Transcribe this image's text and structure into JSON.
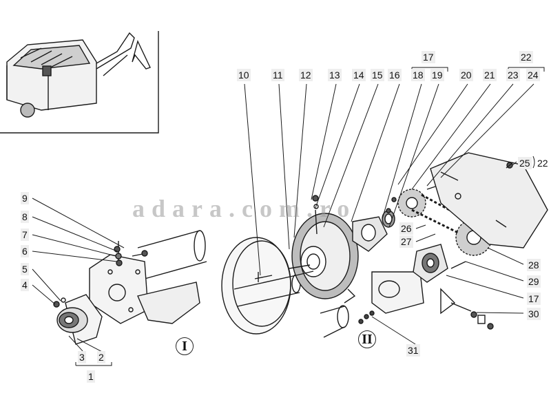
{
  "watermark": "adara.com.ro",
  "group_labels": {
    "g1": "I",
    "g2": "II"
  },
  "callouts": {
    "c1": "1",
    "c2": "2",
    "c3": "3",
    "c4": "4",
    "c5": "5",
    "c6": "6",
    "c7": "7",
    "c8": "8",
    "c9": "9",
    "c10": "10",
    "c11": "11",
    "c12": "12",
    "c13": "13",
    "c14": "14",
    "c15": "15",
    "c16": "16",
    "c17a": "17",
    "c17b": "17",
    "c18": "18",
    "c19": "19",
    "c20": "20",
    "c21": "21",
    "c22a": "22",
    "c22b": "22",
    "c23": "23",
    "c24": "24",
    "c25": "25",
    "c26": "26",
    "c27": "27",
    "c28": "28",
    "c29": "29",
    "c30": "30",
    "c31": "31"
  },
  "colors": {
    "line": "#1a1a1a",
    "label_bg": "#eeeeee",
    "watermark": "#9a9a9a"
  }
}
